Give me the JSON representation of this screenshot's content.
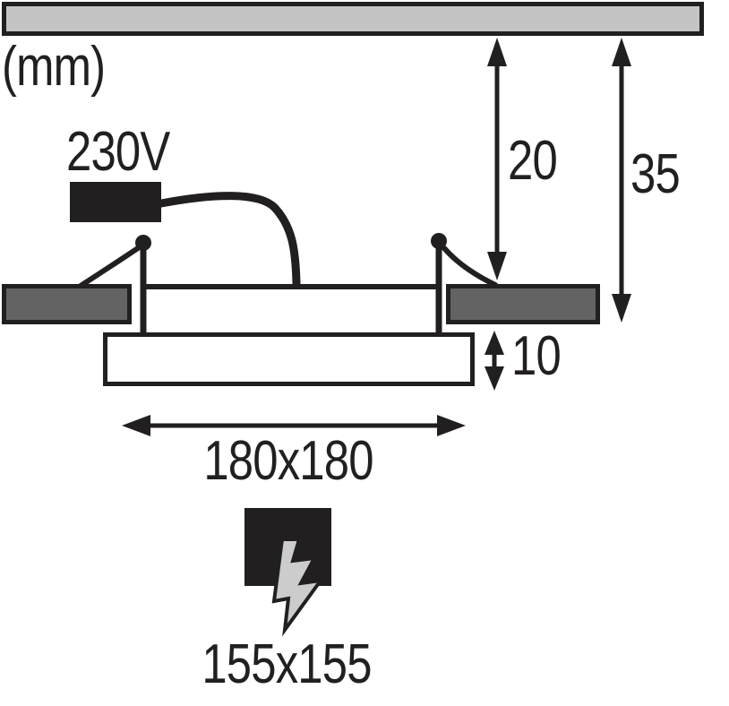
{
  "unit_label": "(mm)",
  "voltage_label": "230V",
  "dimensions": {
    "recess_depth_mm": "20",
    "overall_depth_mm": "35",
    "frame_height_mm": "10",
    "panel_size_mm": "180x180",
    "cutout_size_mm": "155x155"
  },
  "colors": {
    "ink": "#221f20",
    "ceiling_gray": "#c4c4c4",
    "flange_gray": "#636363",
    "bolt_gray": "#cccccc",
    "background": "#ffffff"
  },
  "icons": {
    "cutout_icon": "lightning-bolt-icon"
  }
}
